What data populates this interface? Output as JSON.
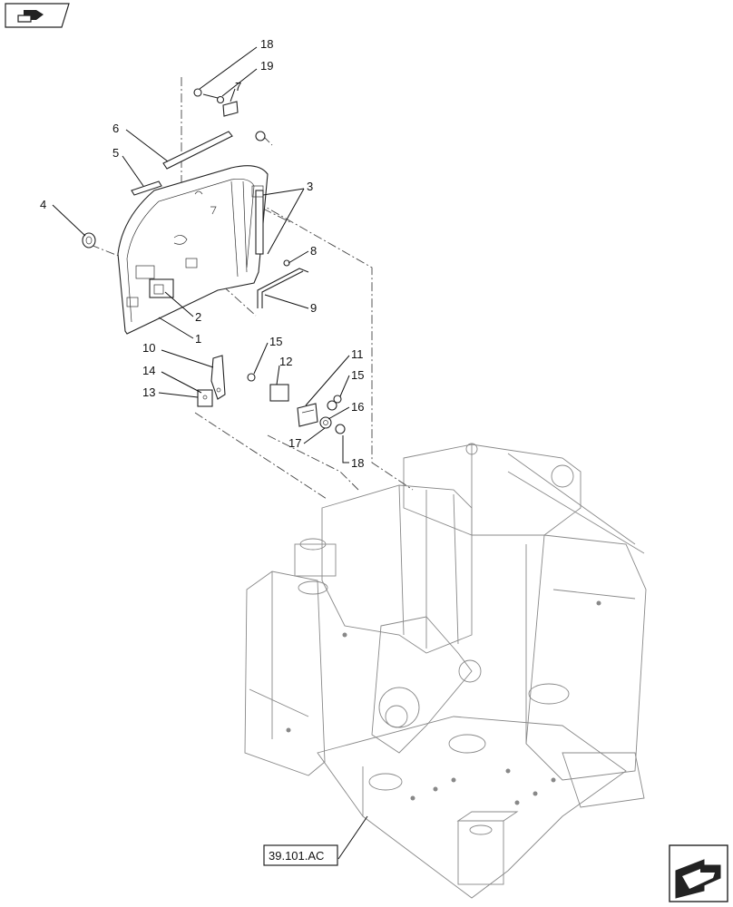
{
  "reference": {
    "label": "39.101.AC"
  },
  "callouts": [
    {
      "id": "c18a",
      "text": "18"
    },
    {
      "id": "c19",
      "text": "19"
    },
    {
      "id": "c7",
      "text": "7"
    },
    {
      "id": "c6",
      "text": "6"
    },
    {
      "id": "c5",
      "text": "5"
    },
    {
      "id": "c3",
      "text": "3"
    },
    {
      "id": "c4",
      "text": "4"
    },
    {
      "id": "c8",
      "text": "8"
    },
    {
      "id": "c9",
      "text": "9"
    },
    {
      "id": "c2",
      "text": "2"
    },
    {
      "id": "c1",
      "text": "1"
    },
    {
      "id": "c10",
      "text": "10"
    },
    {
      "id": "c15a",
      "text": "15"
    },
    {
      "id": "c12",
      "text": "12"
    },
    {
      "id": "c11",
      "text": "11"
    },
    {
      "id": "c14",
      "text": "14"
    },
    {
      "id": "c15b",
      "text": "15"
    },
    {
      "id": "c13",
      "text": "13"
    },
    {
      "id": "c16",
      "text": "16"
    },
    {
      "id": "c17",
      "text": "17"
    },
    {
      "id": "c18b",
      "text": "18"
    }
  ],
  "icons": {
    "top_left": "nav-back-icon",
    "bottom_right": "next-page-arrow-icon"
  }
}
